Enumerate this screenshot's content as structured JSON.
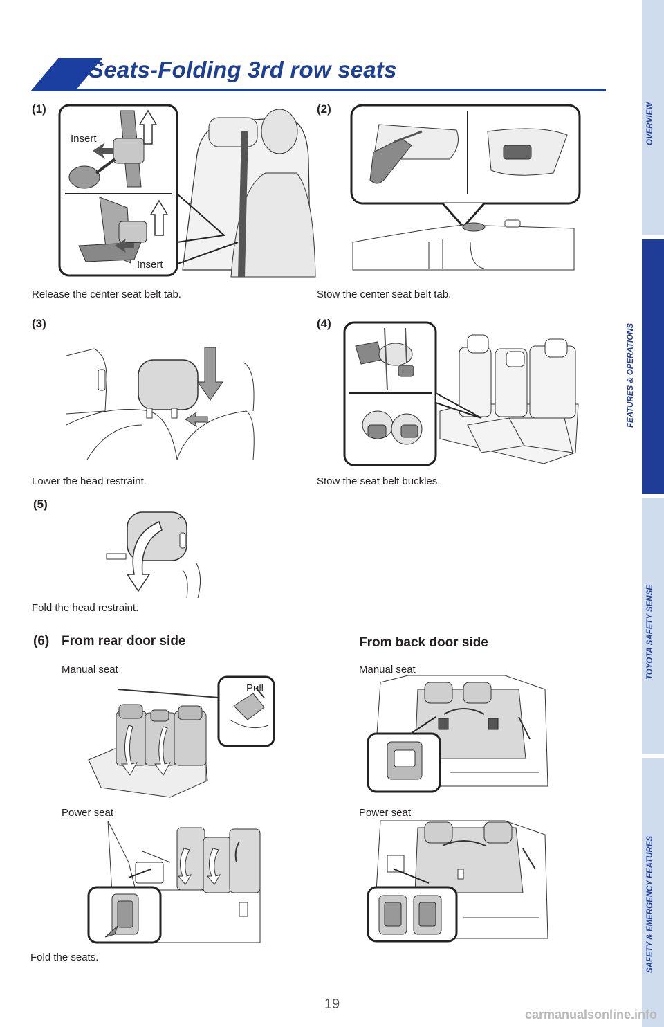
{
  "header": {
    "title": "Seats-Folding 3rd row seats"
  },
  "nav": {
    "tabs": [
      {
        "label": "OVERVIEW",
        "active": false
      },
      {
        "label": "FEATURES & OPERATIONS",
        "active": true
      },
      {
        "label": "TOYOTA SAFETY SENSE",
        "active": false
      },
      {
        "label": "SAFETY & EMERGENCY FEATURES",
        "active": false
      }
    ]
  },
  "steps": [
    {
      "number": "(1)",
      "caption": "Release the center seat belt tab.",
      "callouts": [
        "Insert",
        "Insert"
      ]
    },
    {
      "number": "(2)",
      "caption": "Stow the center seat belt tab."
    },
    {
      "number": "(3)",
      "caption": "Lower the head restraint."
    },
    {
      "number": "(4)",
      "caption": "Stow the seat belt buckles."
    },
    {
      "number": "(5)",
      "caption": "Fold the head restraint."
    }
  ],
  "step6": {
    "number": "(6)",
    "rear_heading": "From rear door side",
    "back_heading": "From back door side",
    "manual_label": "Manual seat",
    "power_label": "Power seat",
    "pull_label": "Pull",
    "caption": "Fold the seats."
  },
  "footer": {
    "page_number": "19",
    "watermark": "carmanualsonline.info"
  },
  "colors": {
    "brand_blue": "#1a3fa0",
    "nav_inactive": "#cfdcee",
    "illustration_gray": "#d9d9d9"
  }
}
